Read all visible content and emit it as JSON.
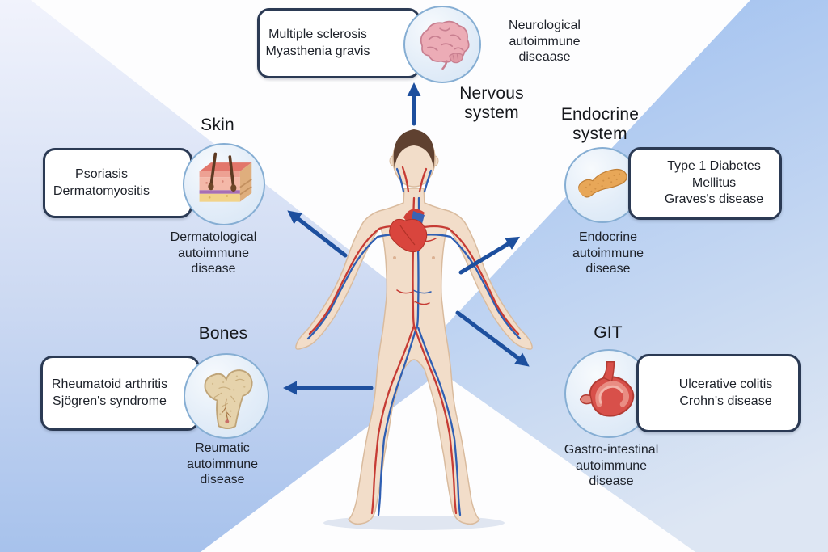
{
  "colors": {
    "arrow": "#1d4f9e",
    "box-border": "#2b3a54",
    "circle-border": "#86aed3",
    "title": "#16181c",
    "text": "#1d2129"
  },
  "figure": {
    "name": "human-cardiovascular-figure"
  },
  "sections": {
    "nervous": {
      "title": "Nervous\nsystem",
      "diseases": "Multiple sclerosis\nMyasthenia gravis",
      "caption": "Neurological\nautoimmune\ndiseaase",
      "icon": "brain-icon"
    },
    "skin": {
      "title": "Skin",
      "diseases": "Psoriasis\nDermatomyositis",
      "caption": "Dermatological\nautoimmune\ndisease",
      "icon": "skin-icon"
    },
    "endocrine": {
      "title": "Endocrine\nsystem",
      "diseases": "Type 1 Diabetes Mellitus\nGraves's disease",
      "caption": "Endocrine\nautoimmune\ndisease",
      "icon": "pancreas-icon"
    },
    "bones": {
      "title": "Bones",
      "diseases": "Rheumatoid arthritis\nSjögren's syndrome",
      "caption": "Reumatic\nautoimmune\ndisease",
      "icon": "bone-icon"
    },
    "git": {
      "title": "GIT",
      "diseases": "Ulcerative colitis\nCrohn's disease",
      "caption": "Gastro-intestinal\nautoimmune\ndisease",
      "icon": "stomach-icon"
    }
  }
}
